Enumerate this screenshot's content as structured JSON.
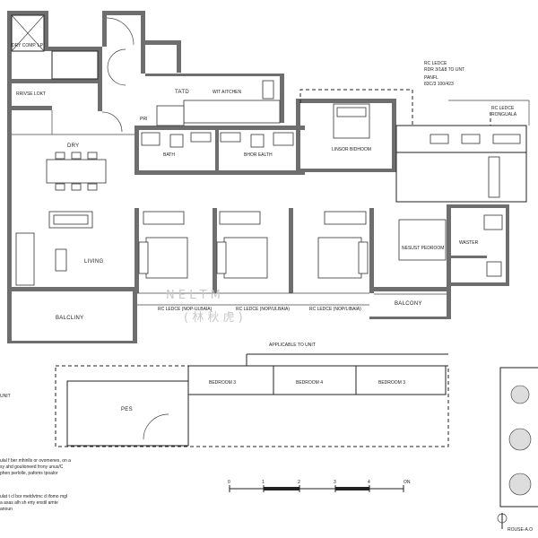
{
  "rooms": {
    "dry_comp": "DRY COMP. LP",
    "private_lift": "RRIVSE LOKT",
    "dry": "DRY",
    "yard": "TATD",
    "wet_kitchen": "WIT AITCHEN",
    "pri": "PRI",
    "bath": "BATH",
    "bthor_bath": "BHOR EALTH",
    "master_bedroom": "LINSOR BIDHOOM",
    "living": "LIVING",
    "balcony_left": "BALCLINY",
    "balcony_right": "BALCONY",
    "ledge_1": "RC LEDCE (NOP-ULBAIA)",
    "ledge_2": "RC LEDCE (NOP/ULBAIA)",
    "ledge_3": "RC LEDCE (NOP/LIBAIA)",
    "junior_bedroom": "NESUST PEDROOM",
    "washer": "WASTER",
    "pes": "PES",
    "bedroom_3a": "BEDROOM 3",
    "bedroom_4": "BEDROOM 4",
    "bedroom_3b": "BEDROOM 3",
    "unit_left": "UNIT"
  },
  "annotations": {
    "rc_ledge_top": "RC LEDCE",
    "rc_ledge_top_sub": "RDR 3/1&8 TO UNT",
    "panel_note": "PANFL",
    "panel_code": "83C/3 100/423",
    "rc_ledge_right": "RC LEDCE",
    "rc_ledge_right_sub": "RONGUALA",
    "applicable": "APPLICABLE TO UNIT"
  },
  "notes": {
    "note_1": "ulal f ber mhinlls or ovomenes, on a",
    "note_2": "sy ahd goulioneed frony unus/C",
    "note_3": "phen perlolle, pafoms tpoalor",
    "note_4": "ulat t cl bor metdvtrnc d ifomo mgl",
    "note_5": "a asas alh sh erty enstil amte",
    "note_6": "anoun"
  },
  "scale": {
    "ticks": [
      "0",
      "1",
      "2",
      "3",
      "4"
    ],
    "unit": "ON"
  },
  "watermark": {
    "latin": "N E L T M",
    "chinese": "( 林 秋 虎 )"
  },
  "keyplan": {
    "label": "ROUSE-A.O"
  }
}
